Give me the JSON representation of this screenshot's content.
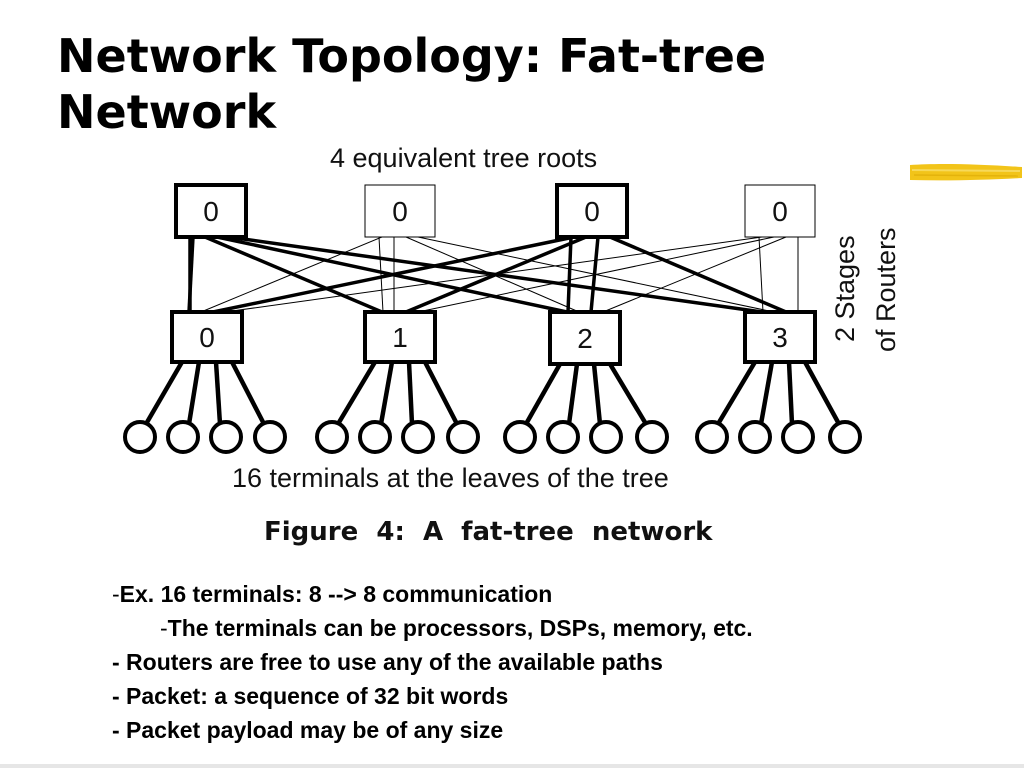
{
  "slide": {
    "title_line1": "Network Topology: Fat-tree",
    "title_line2": "Network",
    "accent_color": "#f2c419"
  },
  "figure": {
    "roots_caption": "4 equivalent tree roots",
    "stages_caption_line1": "2 Stages",
    "stages_caption_line2": "of Routers",
    "terminals_caption": "16 terminals at the leaves of the tree",
    "figure_caption": "Figure  4:  A  fat-tree  network",
    "root_labels": [
      "0",
      "0",
      "0",
      "0"
    ],
    "leaf_router_labels": [
      "0",
      "1",
      "2",
      "3"
    ],
    "terminal_count": 16
  },
  "bullets": [
    {
      "dash": "-",
      "text": "Ex. 16 terminals: 8 --> 8 communication",
      "indent": false
    },
    {
      "dash": "-",
      "text": "The terminals can be processors, DSPs, memory, etc.",
      "indent": true
    },
    {
      "dash": "",
      "text": "- Routers are free to use any of the available paths",
      "indent": false
    },
    {
      "dash": "",
      "text": "- Packet: a sequence of 32 bit words",
      "indent": false
    },
    {
      "dash": "",
      "text": "- Packet payload may be of any size",
      "indent": false
    }
  ]
}
